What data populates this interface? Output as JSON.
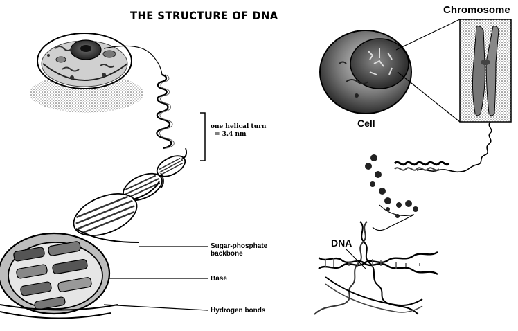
{
  "left_panel": {
    "title": "THE STRUCTURE OF DNA",
    "helical_turn_line1": "one helical turn",
    "helical_turn_line2": "= 3.4 nm",
    "sugar_phosphate_line1": "Sugar-phosphate",
    "sugar_phosphate_line2": "backbone",
    "base_label": "Base",
    "hydrogen_bonds_label": "Hydrogen bonds"
  },
  "right_panel": {
    "chromosome_label": "Chromosome",
    "cell_label": "Cell",
    "dna_label": "DNA"
  }
}
